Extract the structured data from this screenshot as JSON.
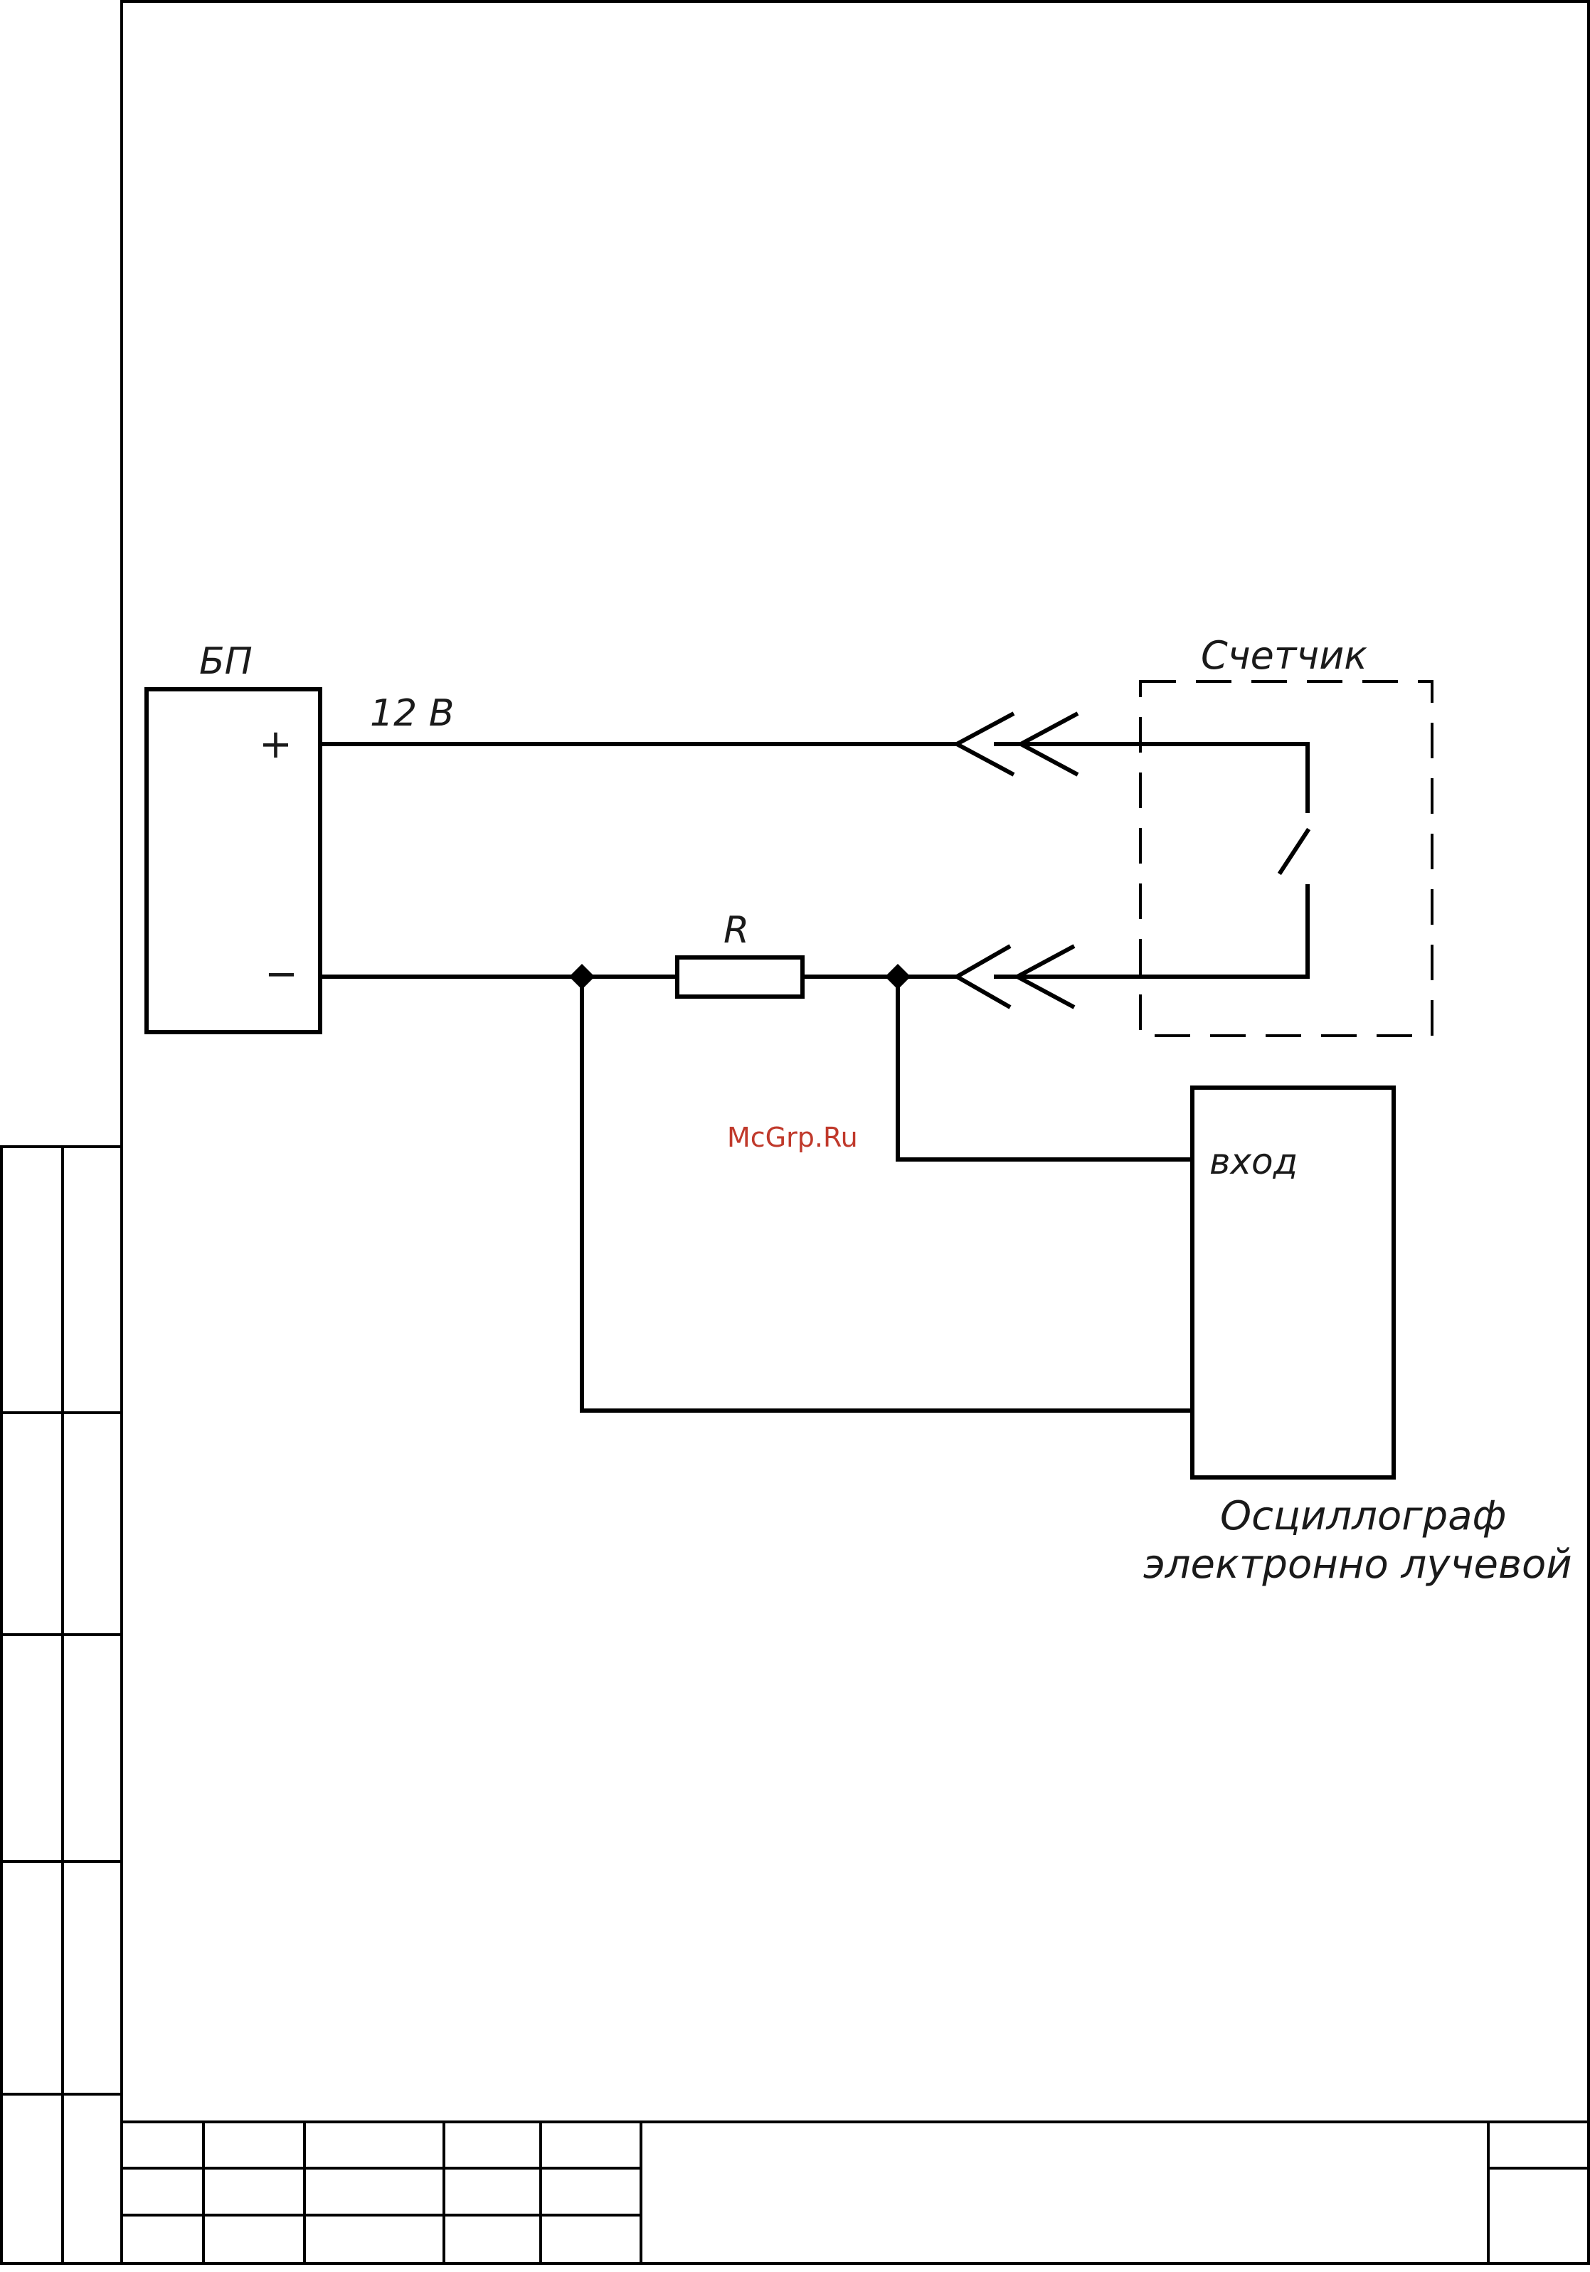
{
  "labels": {
    "power_supply": "БП",
    "plus": "+",
    "minus": "−",
    "voltage": "12 В",
    "resistor": "R",
    "counter": "Счетчик",
    "osc_input": "вход",
    "osc_name_line1": "Осциллограф",
    "osc_name_line2": "электронно лучевой"
  },
  "watermark": "McGrp.Ru",
  "colors": {
    "line": "#000000",
    "watermark": "#c0392b"
  }
}
